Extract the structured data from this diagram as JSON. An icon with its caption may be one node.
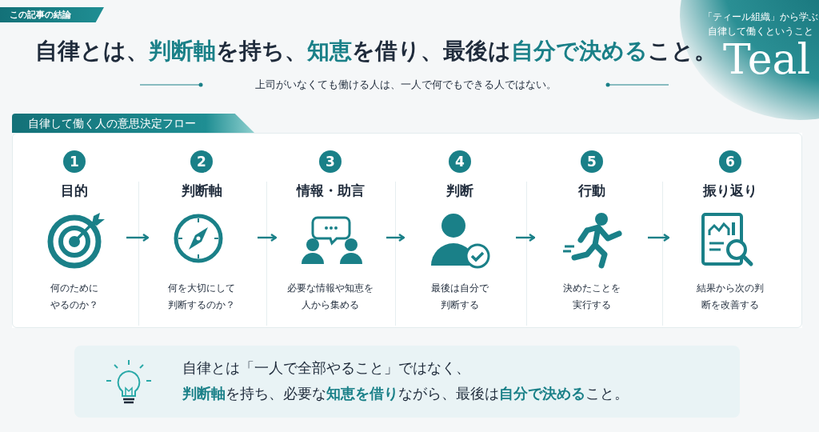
{
  "diagram": {
    "title": "自律とは、**判断軸**を持ち、**知恵**を借り、最後は**自分で決める**こと。",
    "nodes": [
      {
        "text": [
          "自律して働く人の意思決定フロー"
        ]
      },
      {
        "text": [
          "1",
          "目的",
          "何のためにやるのか？"
        ],
        "in": 0
      },
      {
        "text": [
          "2",
          "判断軸",
          "何を大切にして判断するのか？"
        ],
        "in": 0
      },
      {
        "text": [
          "3",
          "情報・助言",
          "必要な情報や知恵を人から集める"
        ],
        "in": 0
      },
      {
        "text": [
          "4",
          "判断",
          "最後は自分で判断する"
        ],
        "in": 0
      },
      {
        "text": [
          "5",
          "行動",
          "決めたことを実行する"
        ],
        "in": 0
      },
      {
        "text": [
          "6",
          "振り返り",
          "結果から次の判断を改善する"
        ],
        "in": 0
      },
      {
        "text": [
          "自律とは「一人で全部やること」ではなく、",
          "**判断軸**を持ち、必要な**知恵を借り**ながら、最後は**自分で決める**こと。"
        ]
      }
    ],
    "edges": [
      {
        "from": 1,
        "to": 2,
        "arrow": "to"
      },
      {
        "from": 2,
        "to": 3,
        "arrow": "to"
      },
      {
        "from": 3,
        "to": 4,
        "arrow": "to"
      },
      {
        "from": 4,
        "to": 5,
        "arrow": "to"
      },
      {
        "from": 5,
        "to": 6,
        "arrow": "to"
      }
    ],
    "labels": [
      "この記事の結論",
      "「ティール組織」から学ぶ",
      "自律して働くということ",
      "Teal",
      "上司がいなくても働ける人は、一人で何でもできる人ではない。"
    ]
  }
}
